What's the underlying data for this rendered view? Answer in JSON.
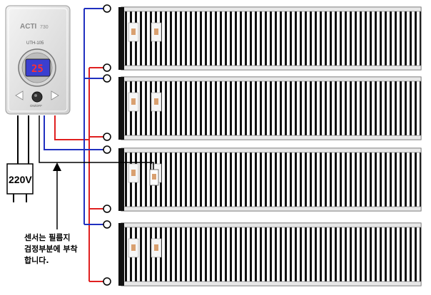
{
  "thermostat": {
    "brand": "ACTI",
    "brand_sub": "730",
    "model": "UTH-105",
    "display_value": "25",
    "button_caption": "ON/OFF"
  },
  "power": {
    "label": "220V"
  },
  "sensor_note": {
    "lines": [
      "센서는 필름지",
      "검정부분에 부착",
      "합니다."
    ]
  },
  "colors": {
    "live_wire": "#e02020",
    "neutral_wire": "#2030c0",
    "sensor_wire": "#000000",
    "display": "#3a3fd0",
    "film_stripe": "#111111",
    "film_edge": "#cfcfcf"
  },
  "film_panels": [
    {
      "id": 1
    },
    {
      "id": 2
    },
    {
      "id": 3
    },
    {
      "id": 4
    }
  ]
}
